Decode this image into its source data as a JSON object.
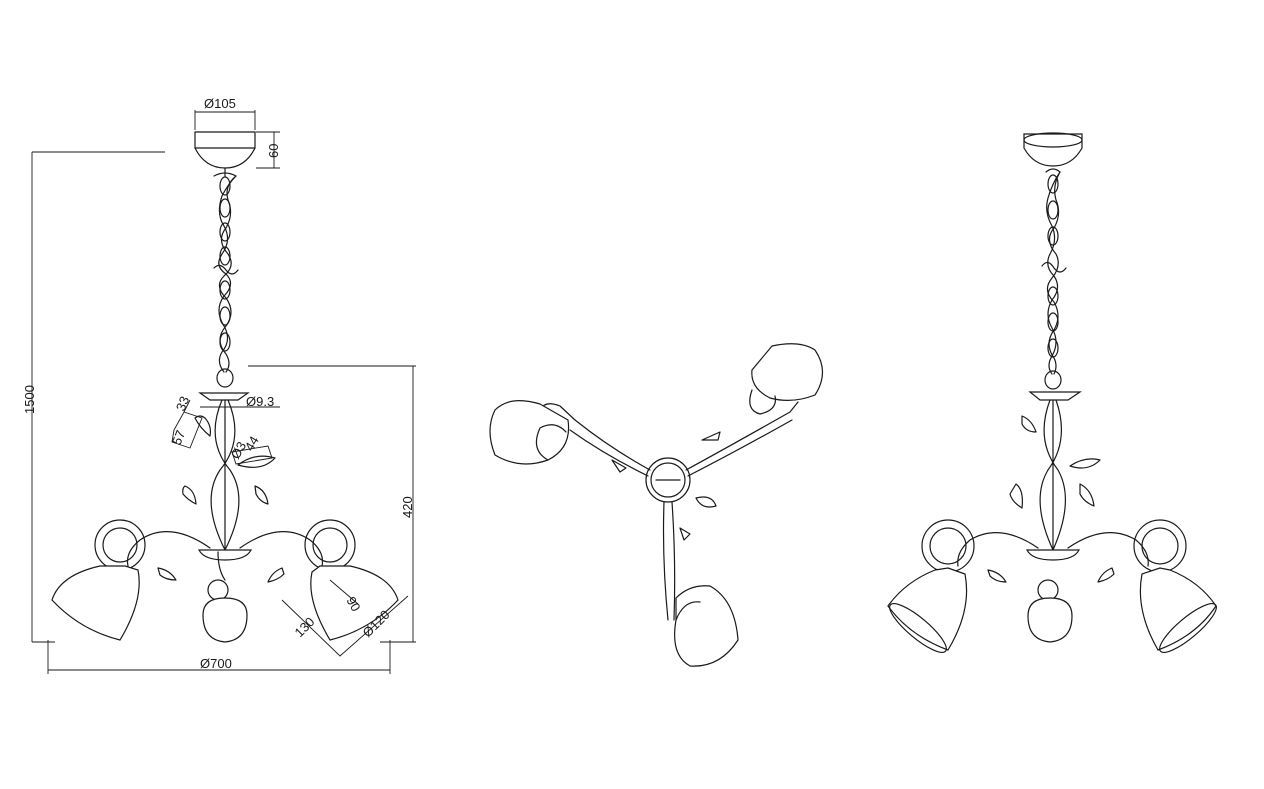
{
  "dimensions": {
    "canopy_diameter": "Ø105",
    "canopy_height": "60",
    "total_height": "1500",
    "rod_diameter": "Ø9.3",
    "leaf_height": "33",
    "leaf_width": "57",
    "leaf_stem_diameter": "Ø3",
    "leaf_angle": "44",
    "body_height": "420",
    "shade_depth": "90",
    "shade_length": "130",
    "shade_diameter": "Ø120",
    "overall_diameter": "Ø700"
  }
}
